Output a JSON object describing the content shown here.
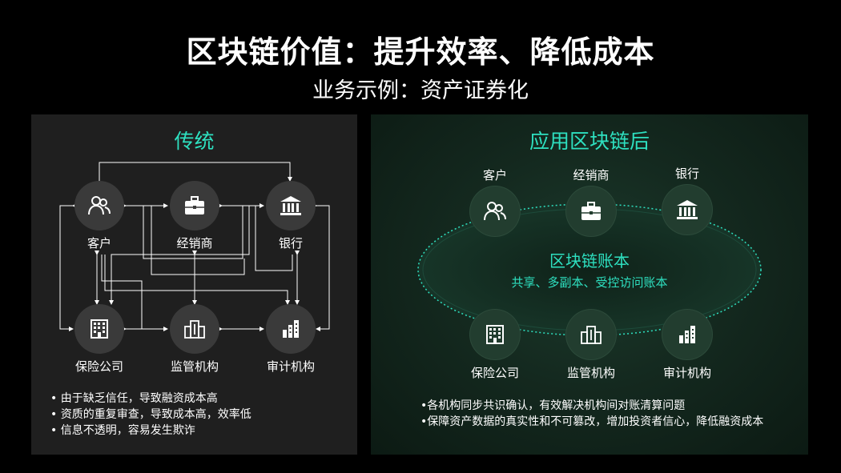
{
  "header": {
    "title": "区块链价值：提升效率、降低成本",
    "subtitle": "业务示例：资产证券化"
  },
  "colors": {
    "accent": "#2ee0c0",
    "left_panel_bg": "#1f1f1f",
    "right_panel_bg": "#14291f",
    "node_bg": "#3a3a3a"
  },
  "traditional": {
    "title": "传统",
    "nodes": [
      {
        "label": "客户",
        "icon": "people-icon"
      },
      {
        "label": "经销商",
        "icon": "briefcase-icon"
      },
      {
        "label": "银行",
        "icon": "bank-icon"
      },
      {
        "label": "保险公司",
        "icon": "building-icon"
      },
      {
        "label": "监管机构",
        "icon": "office-building-icon"
      },
      {
        "label": "审计机构",
        "icon": "chart-building-icon"
      }
    ],
    "bullets": [
      "• 由于缺乏信任，导致融资成本高",
      "• 资质的重复审查，导致成本高，效率低",
      "• 信息不透明，容易发生欺诈"
    ]
  },
  "blockchain": {
    "title": "应用区块链后",
    "ledger_title": "区块链账本",
    "ledger_subtitle": "共享、多副本、受控访问账本",
    "nodes": [
      {
        "label": "客户",
        "icon": "people-icon"
      },
      {
        "label": "经销商",
        "icon": "briefcase-icon"
      },
      {
        "label": "银行",
        "icon": "bank-icon"
      },
      {
        "label": "保险公司",
        "icon": "building-icon"
      },
      {
        "label": "监管机构",
        "icon": "office-building-icon"
      },
      {
        "label": "审计机构",
        "icon": "chart-building-icon"
      }
    ],
    "bullets": [
      "•各机构同步共识确认，有效解决机构间对账清算问题",
      "•保障资产数据的真实性和不可篡改，增加投资者信心，降低融资成本"
    ]
  }
}
